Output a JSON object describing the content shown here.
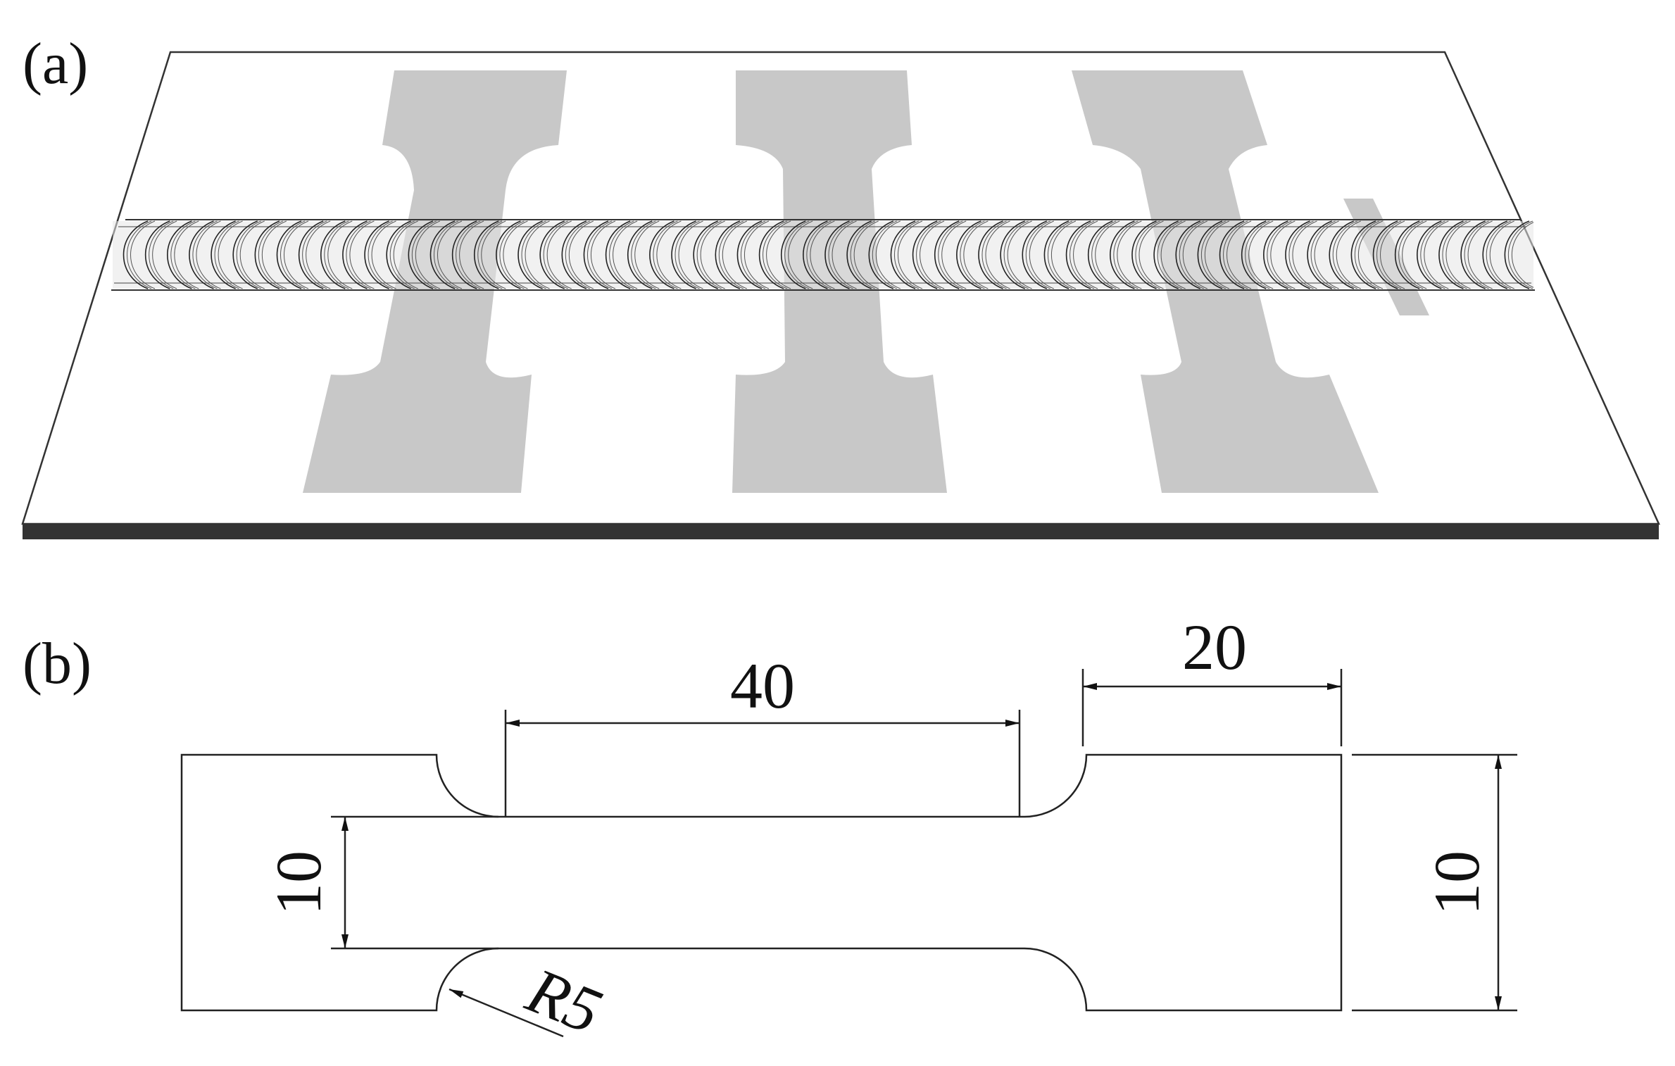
{
  "panel_a": {
    "label": "(a)"
  },
  "panel_b": {
    "label": "(b)",
    "dimensions": {
      "gauge_length": "40",
      "grip_length": "20",
      "gauge_width": "10",
      "grip_width": "10",
      "fillet_radius": "R5"
    }
  },
  "colors": {
    "plate": "#ffffff",
    "plate_edge": "#333333",
    "specimen": "#c8c8c8",
    "weld_bead": "#e6e6e6"
  },
  "specimen_count": 3,
  "weld_ripple_count": 64
}
